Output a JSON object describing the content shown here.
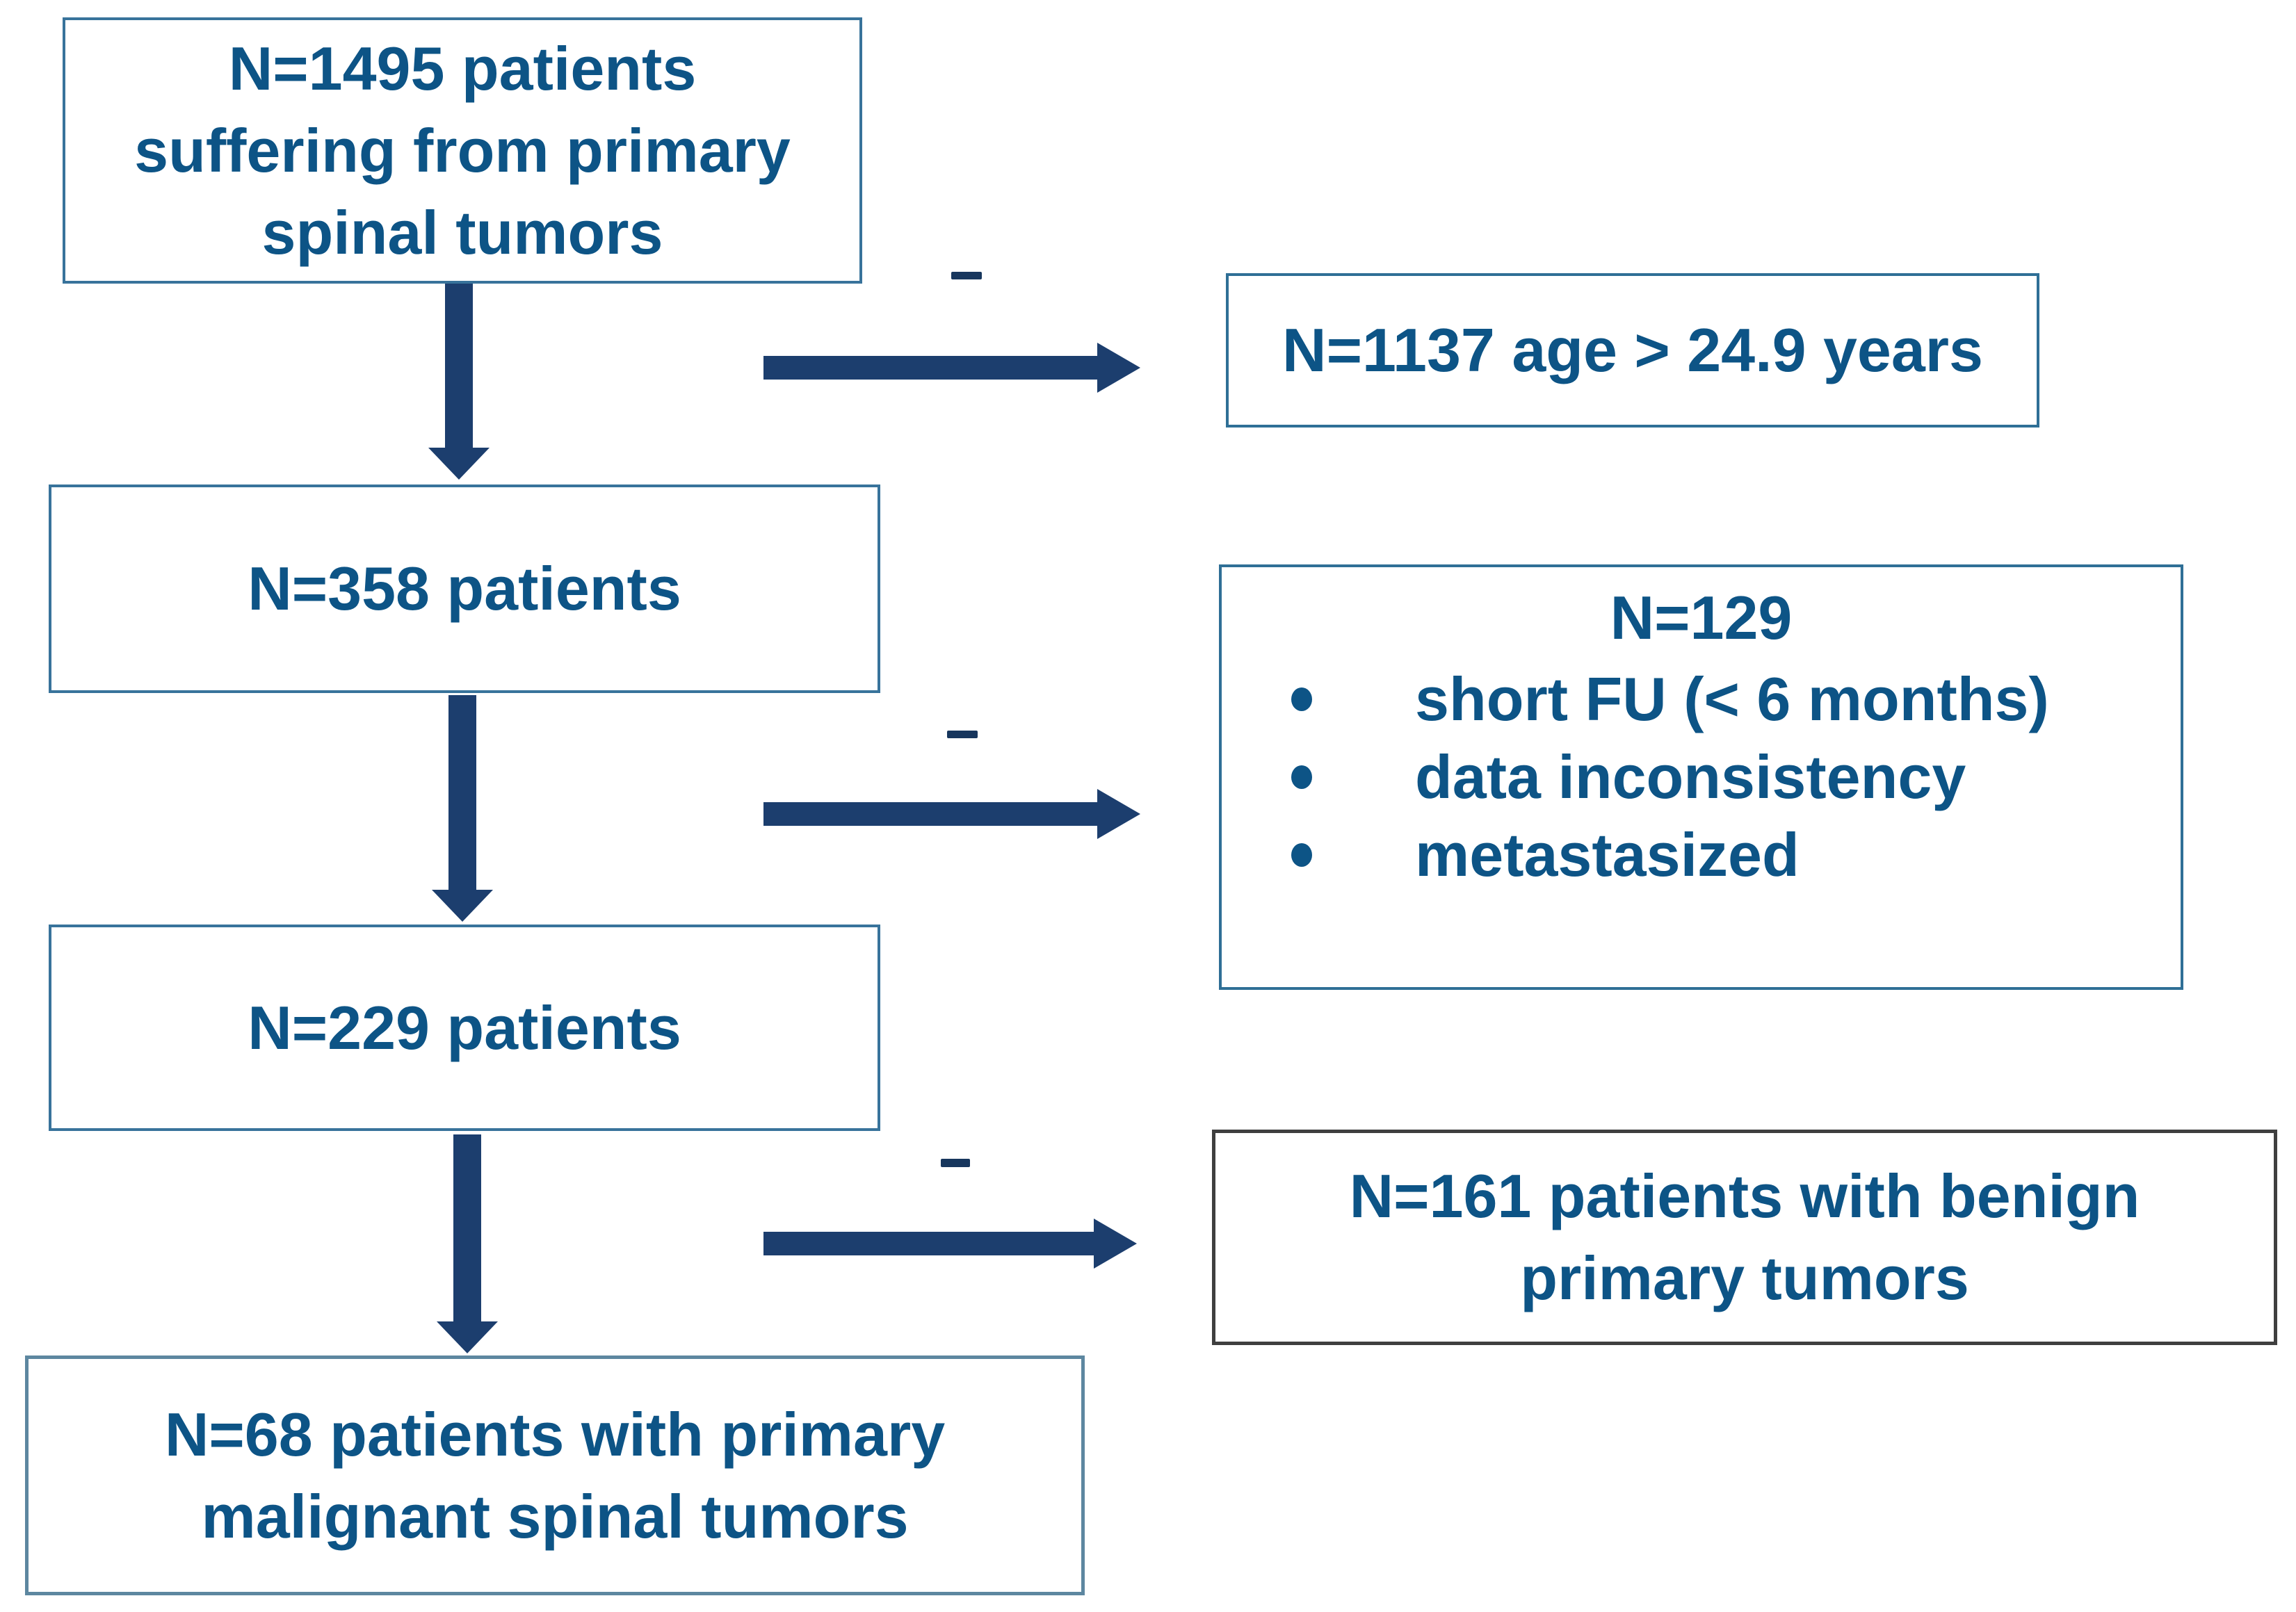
{
  "flow": {
    "main": [
      {
        "name": "patients-1495",
        "lines": [
          "N=1495 patients",
          "suffering from primary",
          "spinal tumors"
        ]
      },
      {
        "name": "patients-358",
        "lines": [
          "N=358 patients"
        ]
      },
      {
        "name": "patients-229",
        "lines": [
          "N=229 patients"
        ]
      },
      {
        "name": "patients-68",
        "lines": [
          "N=68 patients with primary",
          "malignant spinal tumors"
        ]
      }
    ],
    "exclusions": [
      {
        "name": "excluded-age",
        "lines": [
          "N=1137 age > 24.9 years"
        ]
      },
      {
        "name": "excluded-129",
        "title": "N=129",
        "bullets": [
          "short FU (< 6 months)",
          "data inconsistency",
          "metastasized"
        ]
      },
      {
        "name": "excluded-benign",
        "lines": [
          "N=161 patients with benign",
          "primary tumors"
        ]
      }
    ],
    "icons": {
      "arrow_down": "arrow-down-icon",
      "arrow_right": "arrow-right-icon",
      "minus": "minus-icon",
      "bullet": "bullet-icon"
    },
    "colors": {
      "text": "#0d5486",
      "arrow": "#1c3e6e",
      "minus": "#17365d",
      "border_blue": "#38739b",
      "border_blue_right": "#2f6f96",
      "border_dark": "#3f3f3f",
      "border_bottom_box": "#5d87a0",
      "background": "#ffffff"
    }
  }
}
